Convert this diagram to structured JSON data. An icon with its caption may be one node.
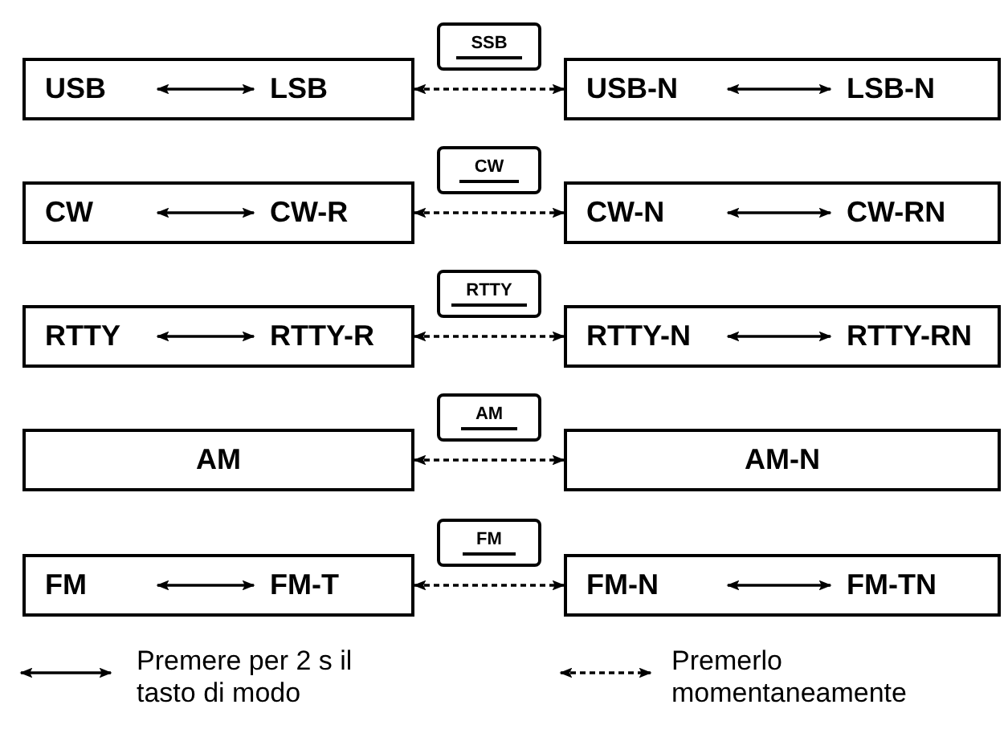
{
  "diagram": {
    "nodes": [
      {
        "text": [
          "SSB"
        ]
      },
      {
        "text": [],
        "shape": "box"
      },
      {
        "text": [
          "USB"
        ],
        "in": 1
      },
      {
        "text": [
          "LSB"
        ],
        "in": 1
      },
      {
        "text": [],
        "shape": "box"
      },
      {
        "text": [
          "USB-N"
        ],
        "in": 4
      },
      {
        "text": [
          "LSB-N"
        ],
        "in": 4
      },
      {
        "text": [
          "CW"
        ]
      },
      {
        "text": [],
        "shape": "box"
      },
      {
        "text": [
          "CW"
        ],
        "in": 8
      },
      {
        "text": [
          "CW-R"
        ],
        "in": 8
      },
      {
        "text": [],
        "shape": "box"
      },
      {
        "text": [
          "CW-N"
        ],
        "in": 11
      },
      {
        "text": [
          "CW-RN"
        ],
        "in": 11
      },
      {
        "text": [
          "RTTY"
        ]
      },
      {
        "text": [],
        "shape": "box"
      },
      {
        "text": [
          "RTTY"
        ],
        "in": 15
      },
      {
        "text": [
          "RTTY-R"
        ],
        "in": 15
      },
      {
        "text": [],
        "shape": "box"
      },
      {
        "text": [
          "RTTY-N"
        ],
        "in": 18
      },
      {
        "text": [
          "RTTY-RN"
        ],
        "in": 18
      },
      {
        "text": [
          "AM"
        ]
      },
      {
        "text": [
          "AM"
        ]
      },
      {
        "text": [
          "AM-N"
        ]
      },
      {
        "text": [
          "FM"
        ]
      },
      {
        "text": [],
        "shape": "box"
      },
      {
        "text": [
          "FM"
        ],
        "in": 25
      },
      {
        "text": [
          "FM-T"
        ],
        "in": 25
      },
      {
        "text": [],
        "shape": "box"
      },
      {
        "text": [
          "FM-N"
        ],
        "in": 28
      },
      {
        "text": [
          "FM-TN"
        ],
        "in": 28
      }
    ],
    "edges": [
      {
        "from": 2,
        "to": 3,
        "arrow": "both"
      },
      {
        "from": 5,
        "to": 6,
        "arrow": "both"
      },
      {
        "from": 1,
        "to": 4,
        "arrow": "both",
        "style": "dashed"
      },
      {
        "from": 9,
        "to": 10,
        "arrow": "both"
      },
      {
        "from": 12,
        "to": 13,
        "arrow": "both"
      },
      {
        "from": 8,
        "to": 11,
        "arrow": "both",
        "style": "dashed"
      },
      {
        "from": 16,
        "to": 17,
        "arrow": "both"
      },
      {
        "from": 19,
        "to": 20,
        "arrow": "both"
      },
      {
        "from": 15,
        "to": 18,
        "arrow": "both",
        "style": "dashed"
      },
      {
        "from": 22,
        "to": 23,
        "arrow": "both",
        "style": "dashed"
      },
      {
        "from": 26,
        "to": 27,
        "arrow": "both"
      },
      {
        "from": 29,
        "to": 30,
        "arrow": "both"
      },
      {
        "from": 25,
        "to": 28,
        "arrow": "both",
        "style": "dashed"
      }
    ],
    "legend": [
      {
        "text": "Premere per 2 s il tasto di modo"
      },
      {
        "text": "Premerlo momentaneamente"
      }
    ]
  }
}
